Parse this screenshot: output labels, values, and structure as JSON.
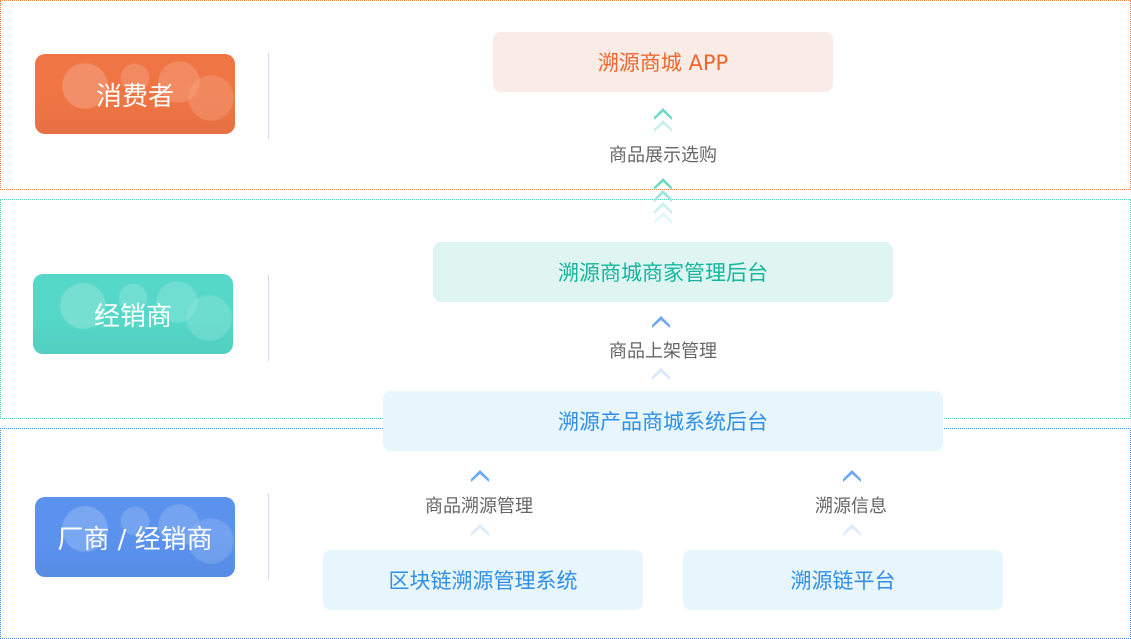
{
  "colors": {
    "consumer": "#f07545",
    "dealer": "#56d8c8",
    "maker": "#5b92ee",
    "app_text": "#f0672b",
    "merchant_text": "#14b79d",
    "system_text": "#2f8fe6",
    "label_text": "#666666"
  },
  "roles": {
    "consumer": "消费者",
    "dealer": "经销商",
    "maker": "厂商 / 经销商"
  },
  "nodes": {
    "app": "溯源商城 APP",
    "merchant_backend": "溯源商城商家管理后台",
    "system_backend": "溯源产品商城系统后台",
    "blockchain_system": "区块链溯源管理系统",
    "trace_chain": "溯源链平台"
  },
  "flows": {
    "display_purchase": "商品展示选购",
    "listing_management": "商品上架管理",
    "trace_management": "商品溯源管理",
    "trace_info": "溯源信息"
  }
}
